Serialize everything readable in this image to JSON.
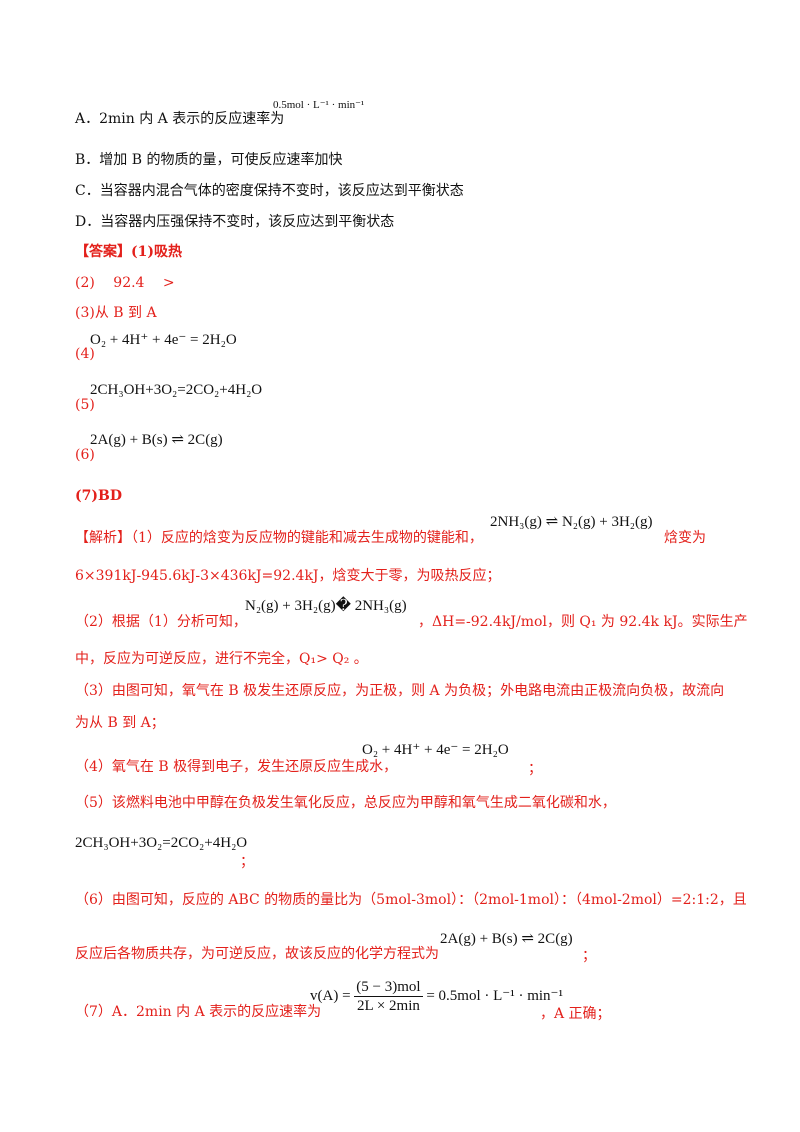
{
  "options": {
    "A_text": "A．2min 内 A 表示的反应速率为",
    "A_formula": "0.5mol · L⁻¹ · min⁻¹",
    "B_text": "B．增加 B 的物质的量，可使反应速率加快",
    "C_text": "C．当容器内混合气体的密度保持不变时，该反应达到平衡状态",
    "D_text": "D．当容器内压强保持不变时，该反应达到平衡状态"
  },
  "answer": {
    "header": "【答案】(1)吸热",
    "a2": "(2)　 92.4　 >",
    "a3": "(3)从 B 到 A",
    "a4_label": "(4)",
    "a4_formula": "O₂ + 4H⁺ + 4e⁻ = 2H₂O",
    "a5_label": "(5)",
    "a5_formula": "2CH₃OH+3O₂=2CO₂+4H₂O",
    "a6_label": "(6)",
    "a6_formula": "2A(g) + B(s) ⇌ 2C(g)",
    "a7": "(7)BD"
  },
  "analysis": {
    "p1_text": "【解析】（1）反应的焓变为反应物的键能和减去生成物的键能和，",
    "p1_formula": "2NH₃(g) ⇌ N₂(g) + 3H₂(g)",
    "p1_tail": "焓变为",
    "p1_line2": "6×391kJ-945.6kJ-3×436kJ=92.4kJ，焓变大于零，为吸热反应；",
    "p2_text": "（2）根据（1）分析可知，",
    "p2_formula": "N₂(g) + 3H₂(g)� 2NH₃(g)",
    "p2_tail": "，ΔH=-92.4kJ/mol，则 Q₁ 为 92.4k kJ。实际生产",
    "p2_line2": "中，反应为可逆反应，进行不完全，Q₁> Q₂ 。",
    "p3_line1": "（3）由图可知，氧气在 B 极发生还原反应，为正极，则 A 为负极；外电路电流由正极流向负极，故流向",
    "p3_line2": "为从 B 到 A；",
    "p4_text": "（4）氧气在 B 极得到电子，发生还原反应生成水，",
    "p4_formula": "O₂ + 4H⁺ + 4e⁻ = 2H₂O",
    "p4_tail": "；",
    "p5_text": "（5）该燃料电池中甲醇在负极发生氧化反应，总反应为甲醇和氧气生成二氧化碳和水，",
    "p5_formula": "2CH₃OH+3O₂=2CO₂+4H₂O",
    "p5_tail": "；",
    "p6_line1": "（6）由图可知，反应的 ABC 的物质的量比为（5mol-3mol）：（2mol-1mol）：（4mol-2mol）=2:1:2，且",
    "p6_formula": "2A(g) + B(s) ⇌ 2C(g)",
    "p6_line2": "反应后各物质共存，为可逆反应，故该反应的化学方程式为",
    "p6_tail": "；",
    "p7_text": "（7）A．2min 内 A 表示的反应速率为",
    "p7_lhs": "v(A) =",
    "p7_num": "(5 − 3)mol",
    "p7_den": "2L × 2min",
    "p7_rhs": "= 0.5mol · L⁻¹ · min⁻¹",
    "p7_tail": "，A 正确；"
  }
}
